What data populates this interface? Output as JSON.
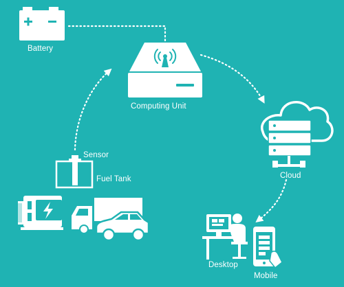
{
  "colors": {
    "background": "#1fb3b3",
    "foreground": "#ffffff"
  },
  "nodes": {
    "battery": {
      "label": "Battery",
      "icon": "battery-icon"
    },
    "computing_unit": {
      "label": "Computing Unit",
      "icon": "computing-unit-icon"
    },
    "cloud": {
      "label": "Cloud",
      "icon": "cloud-server-icon"
    },
    "sensor": {
      "label": "Sensor",
      "icon": "sensor-icon"
    },
    "fuel_tank": {
      "label": "Fuel Tank",
      "icon": "fuel-tank-icon"
    },
    "desktop": {
      "label": "Desktop",
      "icon": "desktop-user-icon"
    },
    "mobile": {
      "label": "Mobile",
      "icon": "mobile-phone-icon"
    }
  },
  "assets": [
    "generator-icon",
    "truck-icon",
    "car-icon"
  ]
}
